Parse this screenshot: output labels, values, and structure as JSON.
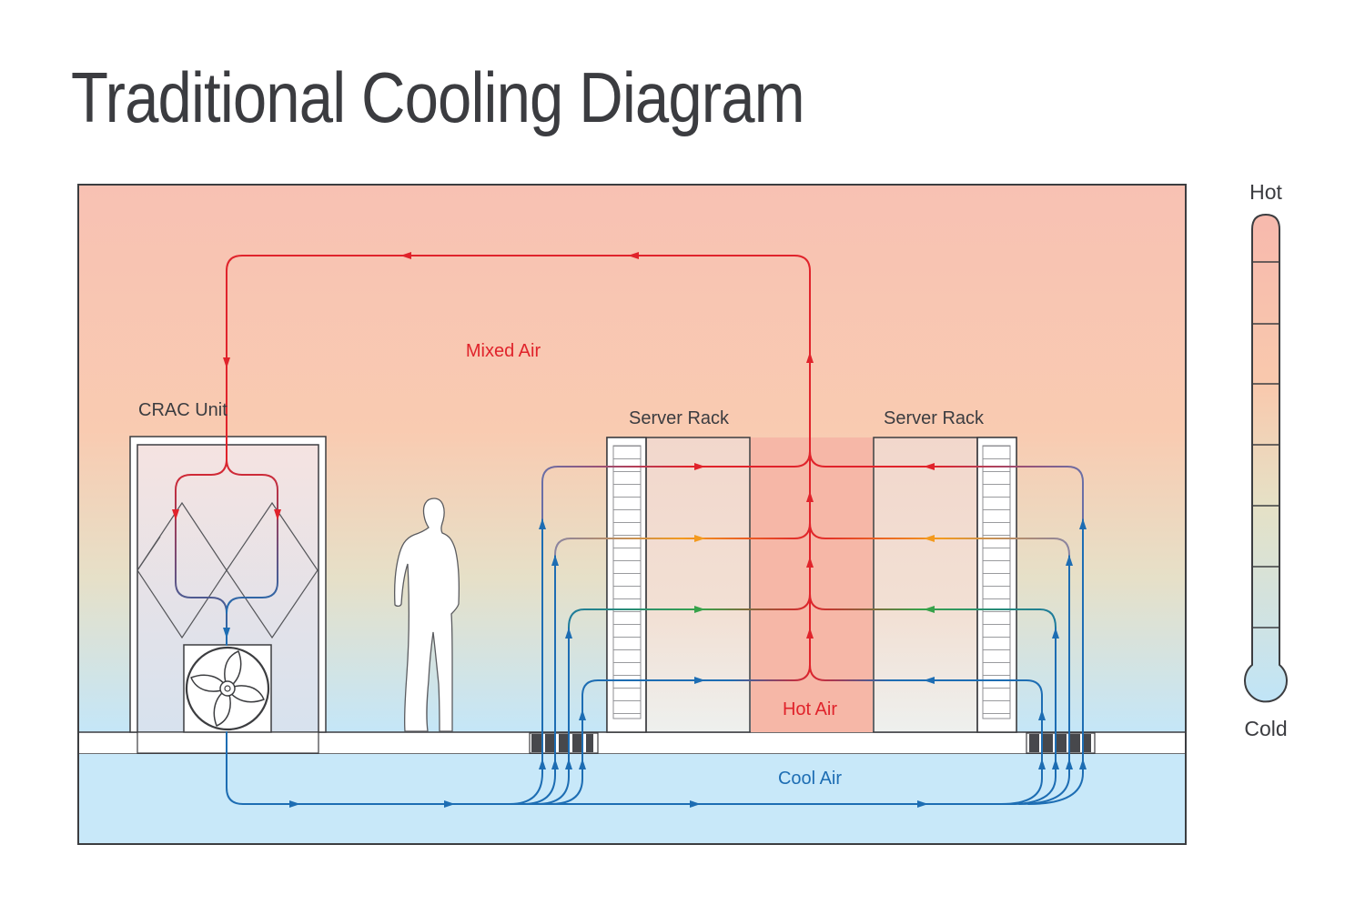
{
  "title": "Traditional Cooling Diagram",
  "labels": {
    "crac_unit": "CRAC Unit",
    "server_rack": "Server Rack",
    "mixed_air": "Mixed Air",
    "hot_air": "Hot Air",
    "cool_air": "Cool Air"
  },
  "thermometer": {
    "hot_label": "Hot",
    "cold_label": "Cold"
  },
  "colors": {
    "hot_air": "#e0232b",
    "cool_air": "#1d6db3",
    "room_top": "#f8c3b4",
    "room_bottom": "#c6e6f8",
    "outline": "#3c3d40",
    "text": "#3b3c40"
  }
}
